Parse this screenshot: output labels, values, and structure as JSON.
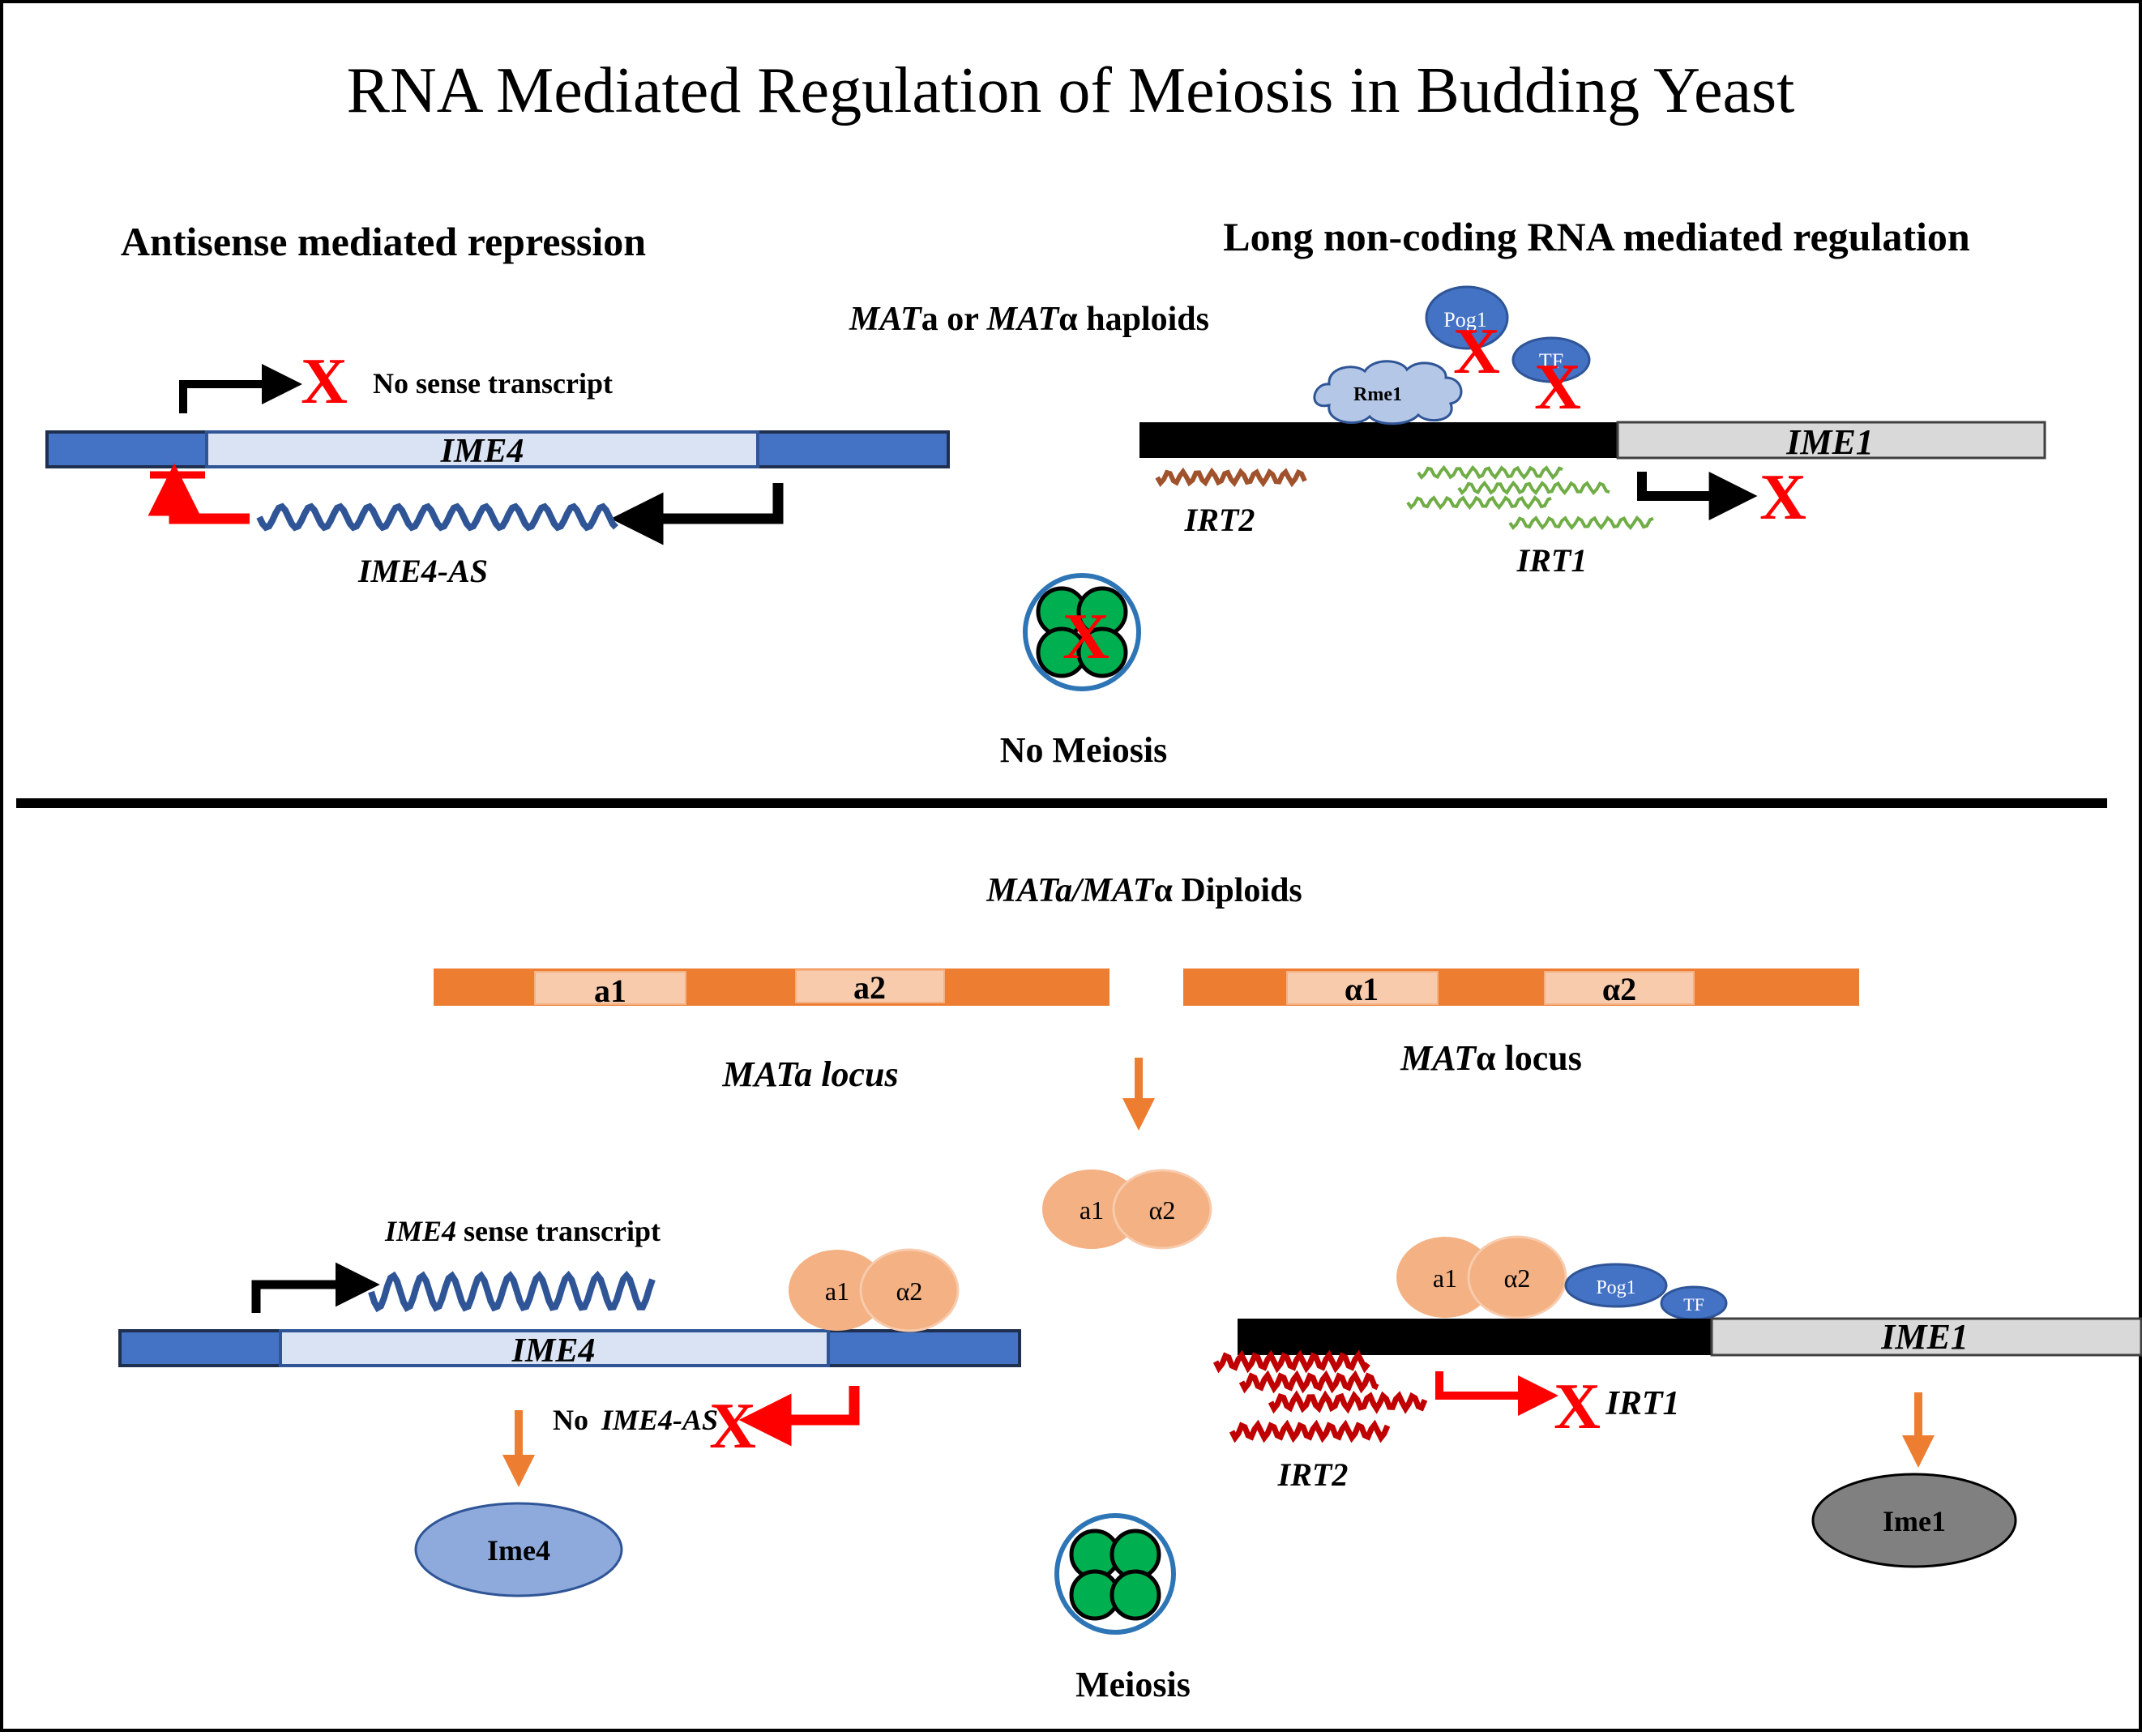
{
  "title": "RNA Mediated Regulation of Meiosis in Budding Yeast",
  "top": {
    "left_heading": "Antisense mediated repression",
    "right_heading": "Long non-coding RNA mediated regulation",
    "condition_italic": "MAT",
    "condition_a": "a or ",
    "condition_italic2": "MAT",
    "condition_b": "α haploids",
    "no_sense_label": "No sense transcript",
    "ime4_gene": "IME4",
    "ime4_as_label": "IME4-AS",
    "rme1_label": "Rme1",
    "pog1_label": "Pog1",
    "tf_label": "TF",
    "ime1_gene": "IME1",
    "irt2_label": "IRT2",
    "irt1_label": "IRT1",
    "outcome": "No Meiosis",
    "x_mark": "X"
  },
  "bottom": {
    "condition_italic": "MAT",
    "condition_a": "a/",
    "condition_italic2": "MAT",
    "condition_b": "α Diploids",
    "a1_box": "a1",
    "a2_box": "a2",
    "alpha1_box": "α1",
    "alpha2_box": "α2",
    "mata_locus_italic": "MAT",
    "mata_locus_rest": "a locus",
    "matalpha_locus_italic": "MAT",
    "matalpha_locus_rest": "α locus",
    "complex_a1": "a1",
    "complex_a2": "α2",
    "ime4_sense_italic": "IME4",
    "ime4_sense_rest": " sense transcript",
    "ime4_gene": "IME4",
    "no_label": "No",
    "no_ime4_as_italic": "IME4-AS",
    "ime4_protein": "Ime4",
    "pog1_label": "Pog1",
    "tf_label": "TF",
    "ime1_gene": "IME1",
    "irt1_label": "IRT1",
    "irt2_label": "IRT2",
    "ime1_protein": "Ime1",
    "outcome": "Meiosis",
    "x_mark": "X"
  },
  "colors": {
    "gene_blue": "#4472c4",
    "gene_light": "#dae3f3",
    "red": "#ff0000",
    "orange": "#ed7d31",
    "orange_light": "#f4b183",
    "salmon": "#f8cbad",
    "green_rna": "#70ad47",
    "dark_red_rna": "#c00000",
    "brown_rna": "#a0522d",
    "spore_green": "#00b050",
    "ime4_protein": "#8ea9db",
    "ime1_protein": "#808080",
    "rme1": "#b4c7e7",
    "gray_gene": "#d9d9d9"
  }
}
